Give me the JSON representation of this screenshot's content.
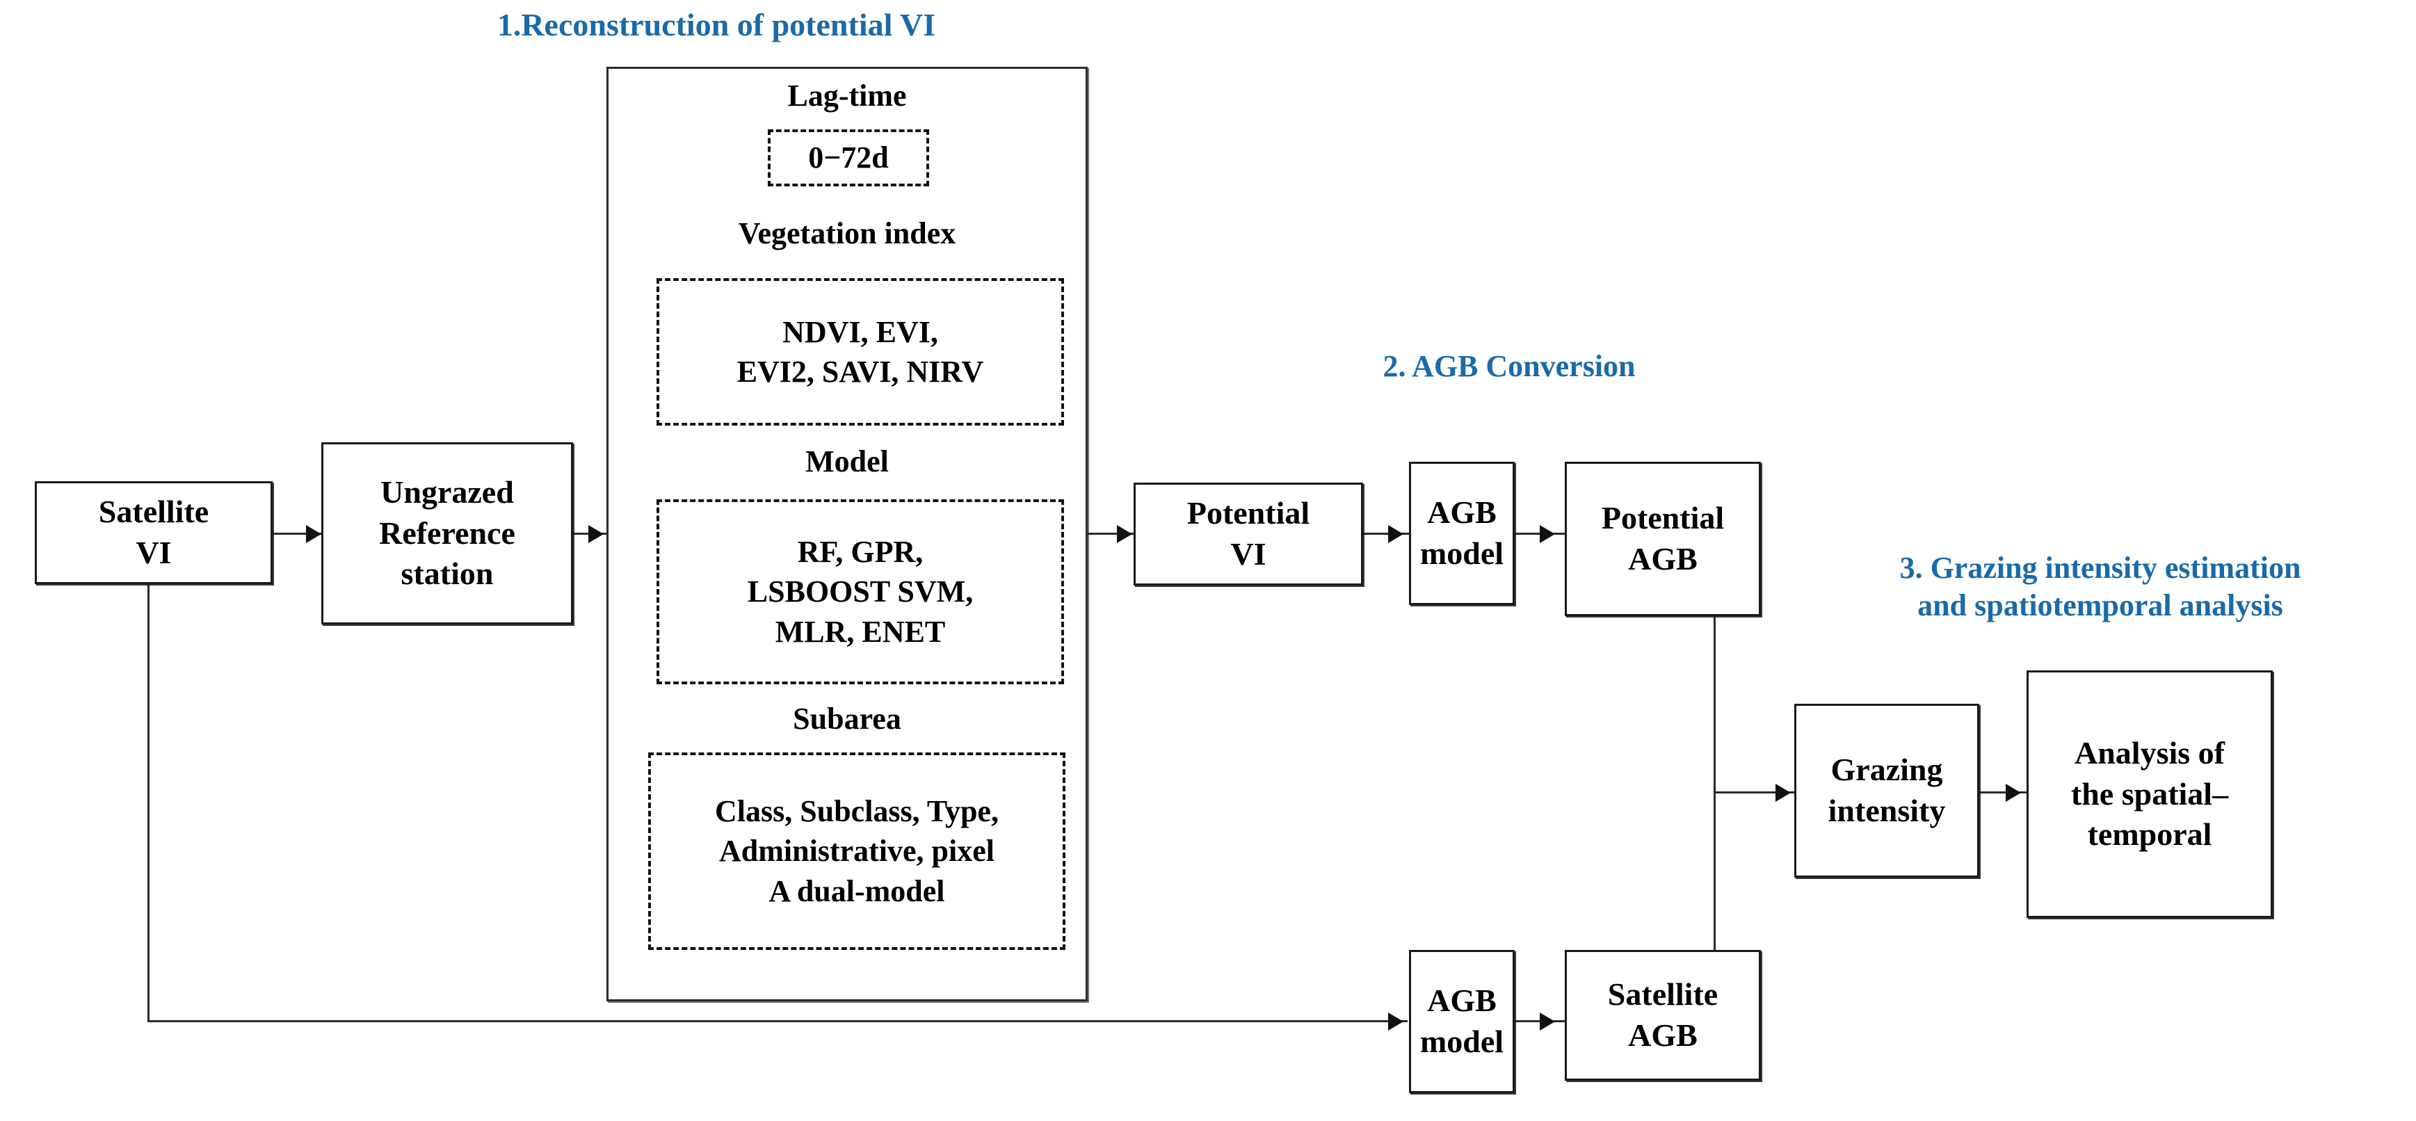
{
  "figure": {
    "type": "flowchart",
    "description": "Methodological workflow for reconstruction of potential vegetation index, AGB conversion and grazing intensity estimation"
  },
  "sections": [
    {
      "id": "s1",
      "label": "1.Reconstruction of potential VI",
      "color": "#1a6aa8"
    },
    {
      "id": "s2",
      "label": "2. AGB Conversion",
      "color": "#1a6aa8"
    },
    {
      "id": "s3",
      "label": "3. Grazing intensity estimation\nand spatiotemporal analysis",
      "line1": "3. Grazing intensity estimation",
      "line2": "and spatiotemporal analysis",
      "color": "#1a6aa8"
    }
  ],
  "nodes": {
    "satellite_vi": {
      "line1": "Satellite",
      "line2": "VI"
    },
    "ungrazed_reference_station": {
      "line1": "Ungrazed",
      "line2": "Reference",
      "line3": "station"
    },
    "potential_vi": {
      "line1": "Potential",
      "line2": "VI"
    },
    "agb_model_top": {
      "line1": "AGB",
      "line2": "model"
    },
    "potential_agb": {
      "line1": "Potential",
      "line2": "AGB"
    },
    "grazing_intensity": {
      "line1": "Grazing",
      "line2": "intensity"
    },
    "analysis_spatiotemporal": {
      "line1": "Analysis of",
      "line2": "the spatial–",
      "line3": "temporal"
    },
    "agb_model_bottom": {
      "line1": "AGB",
      "line2": "model"
    },
    "satellite_agb": {
      "line1": "Satellite",
      "line2": "AGB"
    }
  },
  "panel": {
    "groups": [
      {
        "id": "lag_time",
        "label": "Lag-time",
        "content": [
          "0−72d"
        ]
      },
      {
        "id": "vegetation_index",
        "label": "Vegetation index",
        "content": [
          "NDVI, EVI,",
          "EVI2, SAVI, NIRV"
        ]
      },
      {
        "id": "model",
        "label": "Model",
        "content": [
          "RF, GPR,",
          "LSBOOST SVM,",
          "MLR, ENET"
        ]
      },
      {
        "id": "subarea",
        "label": "Subarea",
        "content": [
          "Class, Subclass, Type,",
          "Administrative, pixel",
          "A  dual-model"
        ]
      }
    ]
  },
  "colors": {
    "accent_blue": "#1a6aa8",
    "line": "#2b2b2b",
    "text": "#000000",
    "background": "#ffffff"
  }
}
